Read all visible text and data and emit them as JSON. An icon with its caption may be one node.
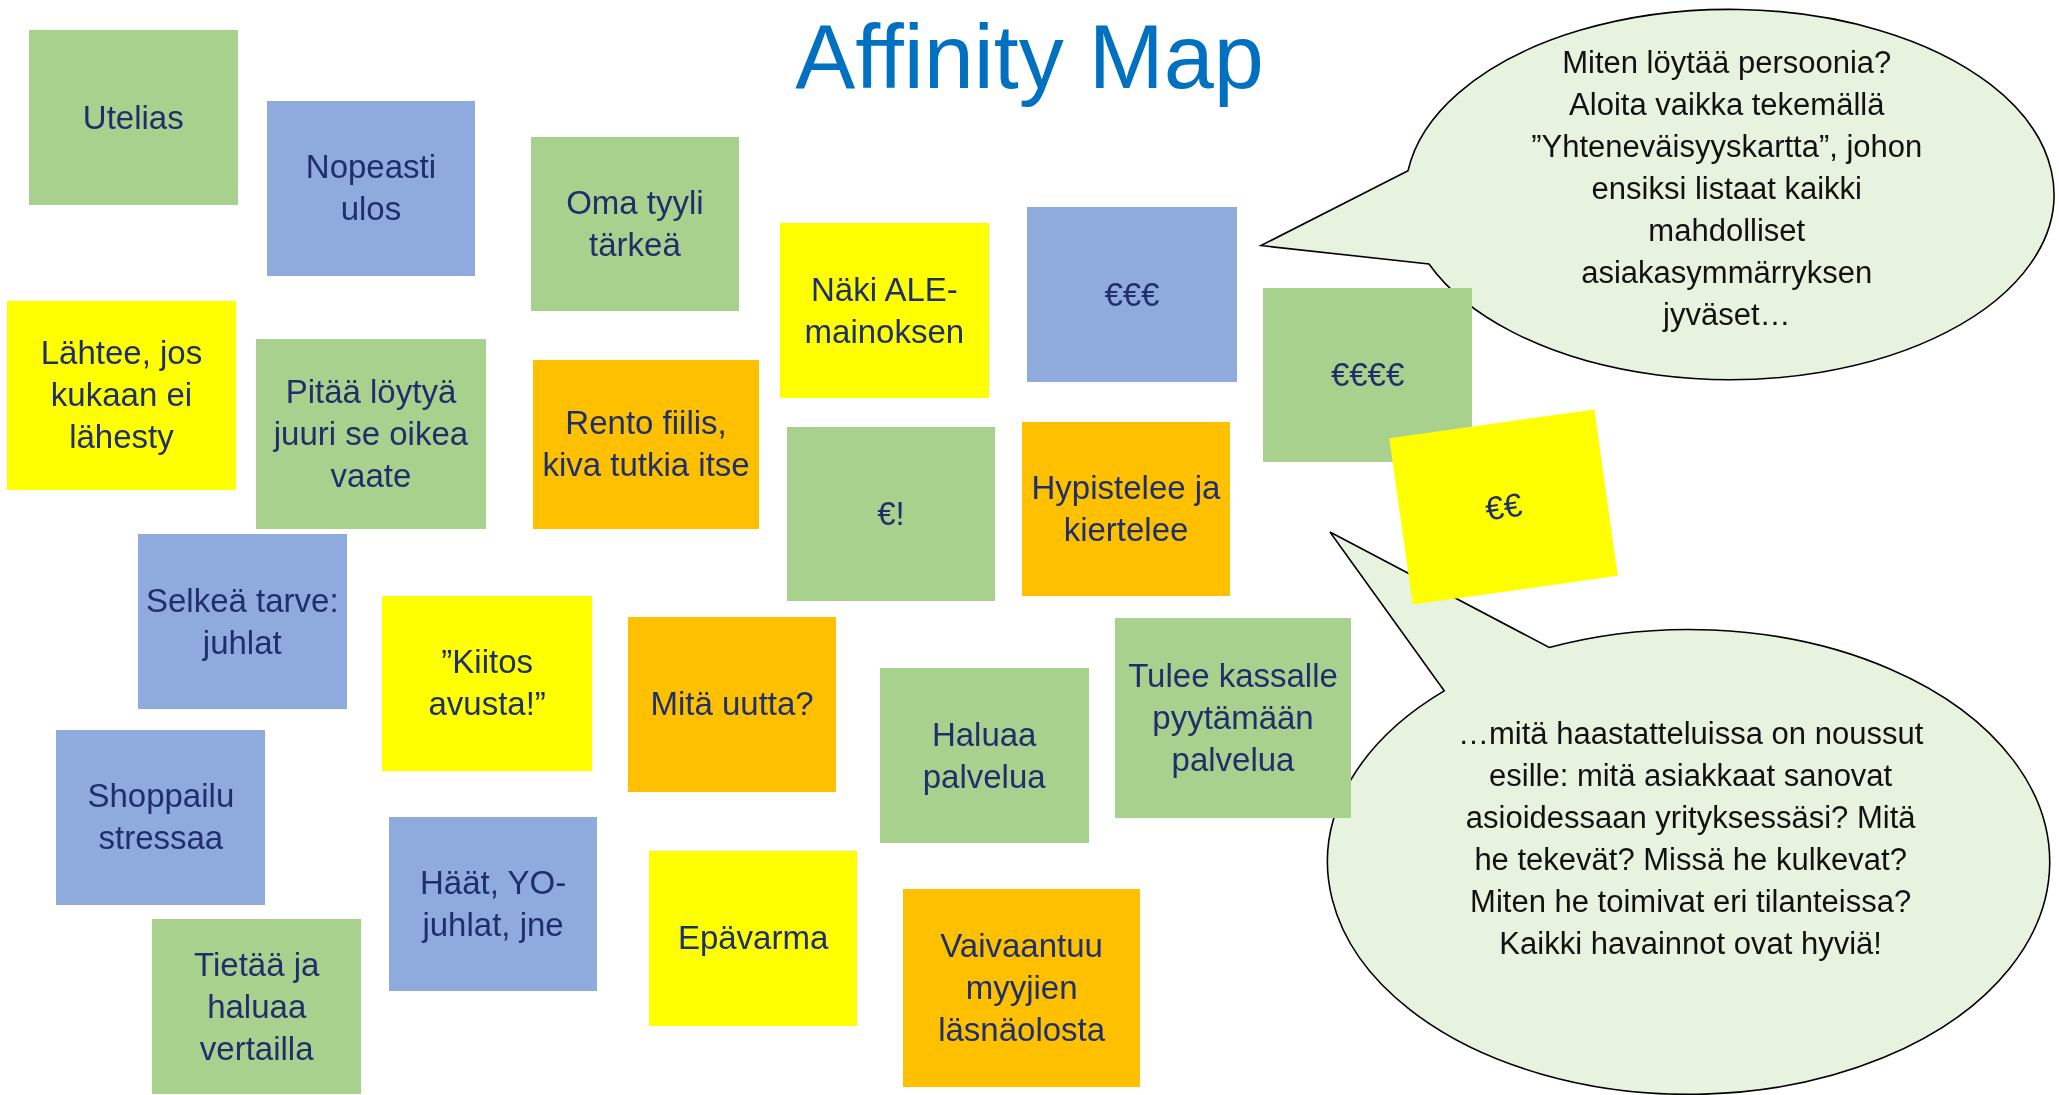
{
  "diagram": {
    "title": "Affinity Map",
    "nodes": [
      {
        "text": [
          "Utelias"
        ]
      },
      {
        "text": [
          "Nopeasti ulos"
        ]
      },
      {
        "text": [
          "Oma tyyli tärkeä"
        ]
      },
      {
        "text": [
          "Miten löytää persoonia? Aloita vaikka tekemällä ”Yhteneväisyyskartta”, johon ensiksi listaat kaikki mahdolliset asiakasymmärryksen jyväset…"
        ]
      },
      {
        "text": [
          "Näki ALE-mainoksen"
        ]
      },
      {
        "text": [
          "€€€"
        ]
      },
      {
        "text": [
          "€€€€"
        ]
      },
      {
        "text": [
          "Lähtee, jos kukaan ei lähesty"
        ]
      },
      {
        "text": [
          "Pitää löytyä juuri se oikea vaate"
        ]
      },
      {
        "text": [
          "Rento fiilis, kiva tutkia itse"
        ]
      },
      {
        "text": [
          "€!"
        ]
      },
      {
        "text": [
          "Hypistelee ja kiertelee"
        ]
      },
      {
        "text": [
          "€€"
        ]
      },
      {
        "text": [
          "Selkeä tarve: juhlat"
        ]
      },
      {
        "text": [
          "”Kiitos avusta!”"
        ]
      },
      {
        "text": [
          "Mitä uutta?"
        ]
      },
      {
        "text": [
          "Tulee kassalle pyytämään palvelua"
        ]
      },
      {
        "text": [
          "Haluaa palvelua"
        ]
      },
      {
        "text": [
          "…mitä haastatteluissa on noussut esille: mitä asiakkaat sanovat asioidessaan yrityksessäsi? Mitä he tekevät? Missä he kulkevat? Miten he toimivat eri tilanteissa? Kaikki havainnot ovat hyviä!"
        ]
      },
      {
        "text": [
          "Shoppailu stressaa"
        ]
      },
      {
        "text": [
          "Häät, YO-juhlat, jne"
        ]
      },
      {
        "text": [
          "Epävarma"
        ]
      },
      {
        "text": [
          "Vaivaantuu myyjien läsnäolosta"
        ]
      },
      {
        "text": [
          "Tietää ja haluaa vertailla"
        ]
      }
    ]
  }
}
